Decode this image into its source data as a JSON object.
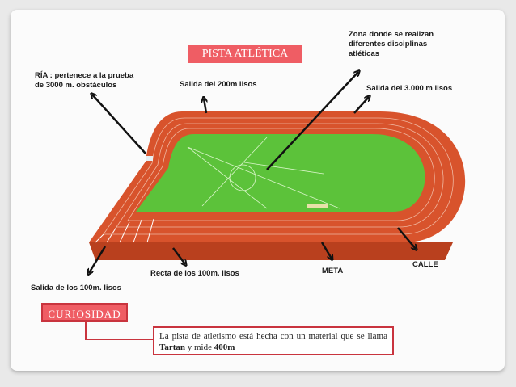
{
  "title": "PISTA ATLÉTICA",
  "labels": {
    "ria": "RÍA : pertenece a la prueba\nde 3000 m. obstáculos",
    "salida200": "Salida del 200m lisos",
    "zona": "Zona donde se realizan\ndiferentes disciplinas\natléticas",
    "salida3000": "Salida del 3.000 m lisos",
    "calle": "CALLE",
    "meta": "META",
    "recta100": "Recta de los 100m. lisos",
    "salida100": "Salida de los 100m. lisos"
  },
  "curiosity": {
    "title": "CURIOSIDAD",
    "text_part1": "La pista de atletismo está hecha con un material que se llama ",
    "bold1": "Tartan",
    "text_part2": " y mide ",
    "bold2": "400m"
  },
  "colors": {
    "accent": "#ef5d64",
    "border": "#c9343e",
    "track": "#d8532c",
    "field": "#5cc23a"
  }
}
